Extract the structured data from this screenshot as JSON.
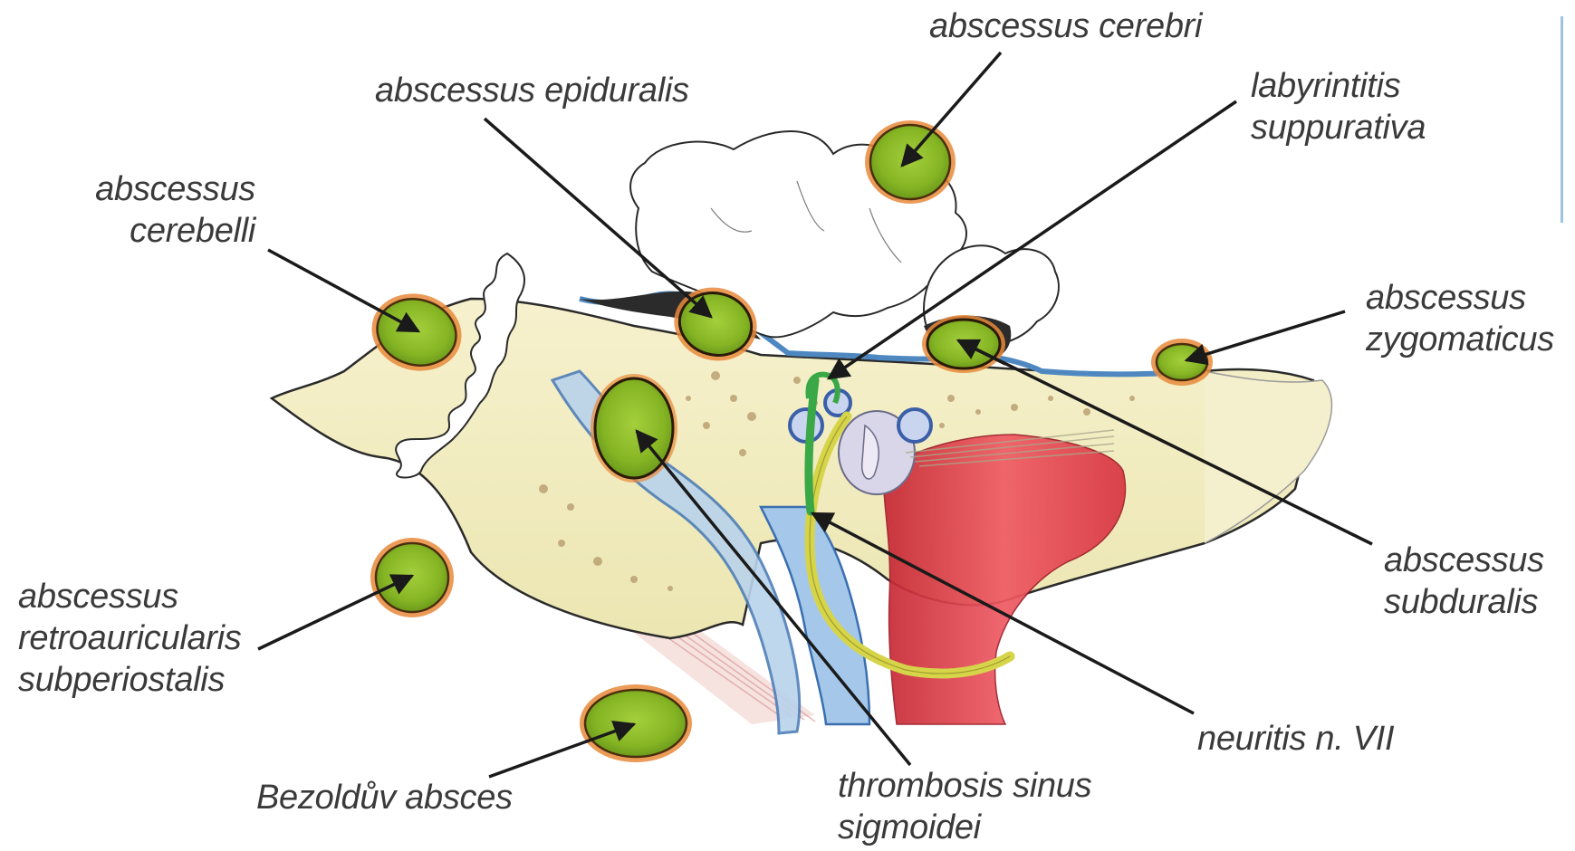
{
  "labels": {
    "abscessus_cerebri": "abscessus cerebri",
    "abscessus_epiduralis": "abscessus epiduralis",
    "labyrinthitis_line1": "labyrintitis",
    "labyrinthitis_line2": "suppurativa",
    "abscessus_cerebelli_line1": "abscessus",
    "abscessus_cerebelli_line2": "cerebelli",
    "abscessus_zygomaticus_line1": "abscessus",
    "abscessus_zygomaticus_line2": "zygomaticus",
    "abscessus_subduralis_line1": "abscessus",
    "abscessus_subduralis_line2": "subduralis",
    "abscessus_retro_line1": "abscessus",
    "abscessus_retro_line2": "retroauricularis",
    "abscessus_retro_line3": "subperiostalis",
    "neuritis": "neuritis n. VII",
    "bezold": "Bezoldův absces",
    "thrombosis_line1": "thrombosis sinus",
    "thrombosis_line2": "sigmoidei"
  },
  "colors": {
    "abscess_fill": "#8dbd2a",
    "abscess_rim": "#e0701e",
    "bone": "#f3eec4",
    "dura": "#5b8fc4",
    "brain": "#ffffff",
    "artery": "#e23a46",
    "nerve_facial": "#d9d85a",
    "sinus_green": "#3aa847",
    "arrow": "#1a1a1a"
  }
}
